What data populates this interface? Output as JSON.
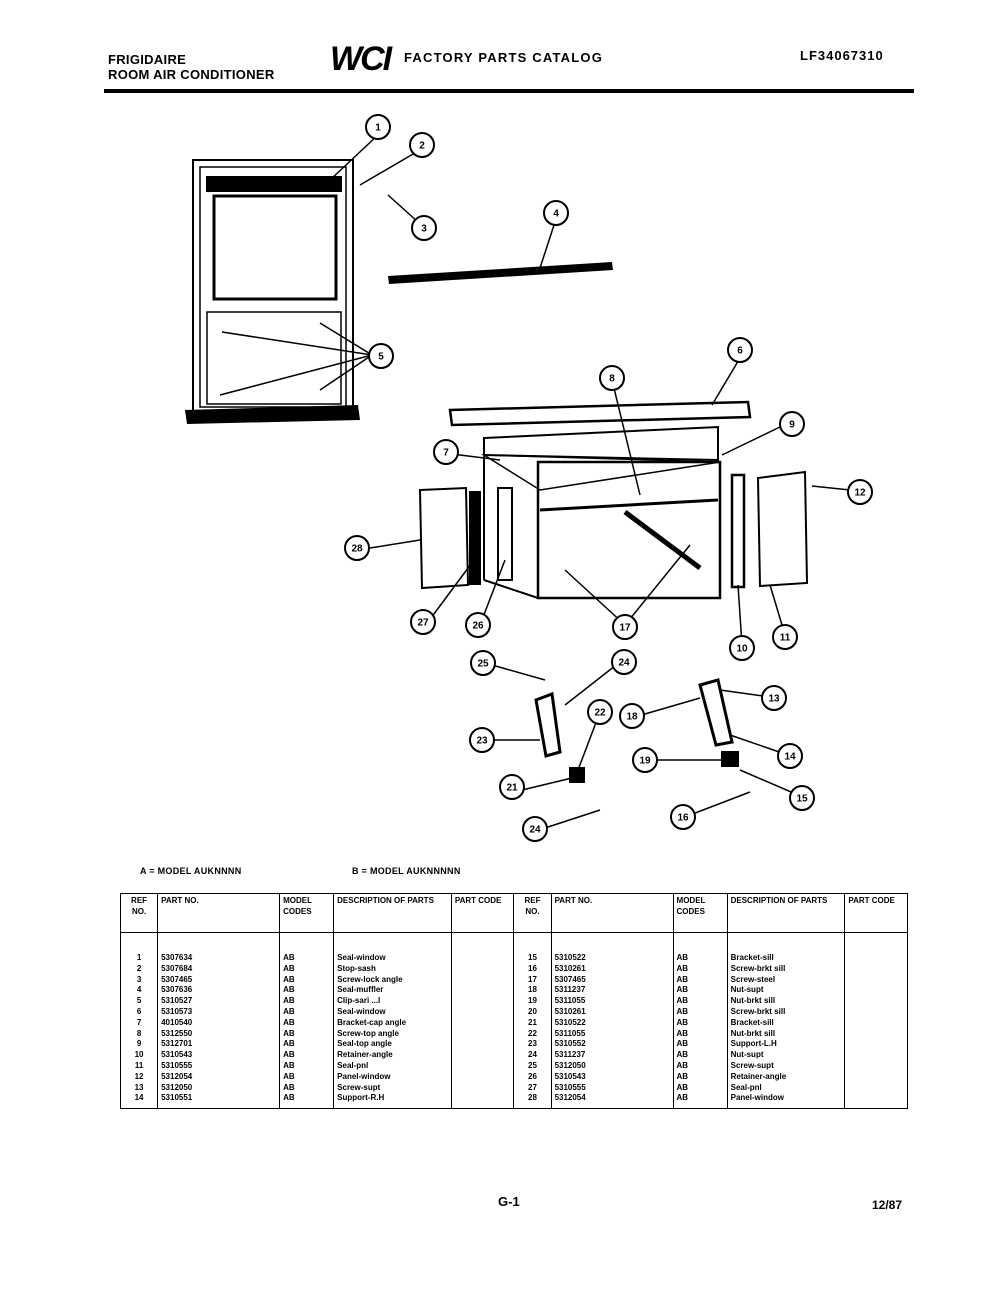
{
  "header": {
    "brand": "FRIGIDAIRE",
    "product": "ROOM AIR CONDITIONER",
    "logo": "WCI",
    "catalog_title": "FACTORY PARTS CATALOG",
    "model_code": "LF34067310"
  },
  "diagram": {
    "callouts": [
      "1",
      "2",
      "3",
      "4",
      "5",
      "6",
      "8",
      "9",
      "7",
      "12",
      "28",
      "27",
      "26",
      "17",
      "10",
      "11",
      "25",
      "24",
      "13",
      "18",
      "23",
      "22",
      "14",
      "19",
      "21",
      "15",
      "16",
      "24"
    ]
  },
  "legend": {
    "model_a": "A = MODEL AUKNNNN",
    "model_b": "B = MODEL AUKNNNNN"
  },
  "table": {
    "headers": {
      "ref": "REF NO.",
      "part": "PART NO.",
      "model": "MODEL CODES",
      "desc": "DESCRIPTION OF PARTS",
      "code": "PART CODE"
    },
    "left_rows": [
      {
        "ref": "1",
        "part": "5307634",
        "model": "AB",
        "desc": "Seal-window"
      },
      {
        "ref": "2",
        "part": "5307684",
        "model": "AB",
        "desc": "Stop-sash"
      },
      {
        "ref": "3",
        "part": "5307465",
        "model": "AB",
        "desc": "Screw-lock angle"
      },
      {
        "ref": "4",
        "part": "5307636",
        "model": "AB",
        "desc": "Seal-muffler"
      },
      {
        "ref": "5",
        "part": "5310527",
        "model": "AB",
        "desc": "Clip-sari ...l"
      },
      {
        "ref": "6",
        "part": "5310573",
        "model": "AB",
        "desc": "Seal-window"
      },
      {
        "ref": "7",
        "part": "4010540",
        "model": "AB",
        "desc": "Bracket-cap angle"
      },
      {
        "ref": "8",
        "part": "5312550",
        "model": "AB",
        "desc": "Screw-top angle"
      },
      {
        "ref": "9",
        "part": "5312701",
        "model": "AB",
        "desc": "Seal-top angle"
      },
      {
        "ref": "10",
        "part": "5310543",
        "model": "AB",
        "desc": "Retainer-angle"
      },
      {
        "ref": "11",
        "part": "5310555",
        "model": "AB",
        "desc": "Seal-pnl"
      },
      {
        "ref": "12",
        "part": "5312054",
        "model": "AB",
        "desc": "Panel-window"
      },
      {
        "ref": "13",
        "part": "5312050",
        "model": "AB",
        "desc": "Screw-supt"
      },
      {
        "ref": "14",
        "part": "5310551",
        "model": "AB",
        "desc": "Support-R.H"
      }
    ],
    "right_rows": [
      {
        "ref": "15",
        "part": "5310522",
        "model": "AB",
        "desc": "Bracket-sill"
      },
      {
        "ref": "16",
        "part": "5310261",
        "model": "AB",
        "desc": "Screw-brkt sill"
      },
      {
        "ref": "17",
        "part": "5307465",
        "model": "AB",
        "desc": "Screw-steel"
      },
      {
        "ref": "18",
        "part": "5311237",
        "model": "AB",
        "desc": "Nut-supt"
      },
      {
        "ref": "19",
        "part": "5311055",
        "model": "AB",
        "desc": "Nut-brkt sill"
      },
      {
        "ref": "20",
        "part": "5310261",
        "model": "AB",
        "desc": "Screw-brkt sill"
      },
      {
        "ref": "21",
        "part": "5310522",
        "model": "AB",
        "desc": "Bracket-sill"
      },
      {
        "ref": "22",
        "part": "5311055",
        "model": "AB",
        "desc": "Nut-brkt sill"
      },
      {
        "ref": "23",
        "part": "5310552",
        "model": "AB",
        "desc": "Support-L.H"
      },
      {
        "ref": "24",
        "part": "5311237",
        "model": "AB",
        "desc": "Nut-supt"
      },
      {
        "ref": "25",
        "part": "5312050",
        "model": "AB",
        "desc": "Screw-supt"
      },
      {
        "ref": "26",
        "part": "5310543",
        "model": "AB",
        "desc": "Retainer-angle"
      },
      {
        "ref": "27",
        "part": "5310555",
        "model": "AB",
        "desc": "Seal-pnl"
      },
      {
        "ref": "28",
        "part": "5312054",
        "model": "AB",
        "desc": "Panel-window"
      }
    ]
  },
  "footer": {
    "page": "G-1",
    "date": "12/87"
  }
}
